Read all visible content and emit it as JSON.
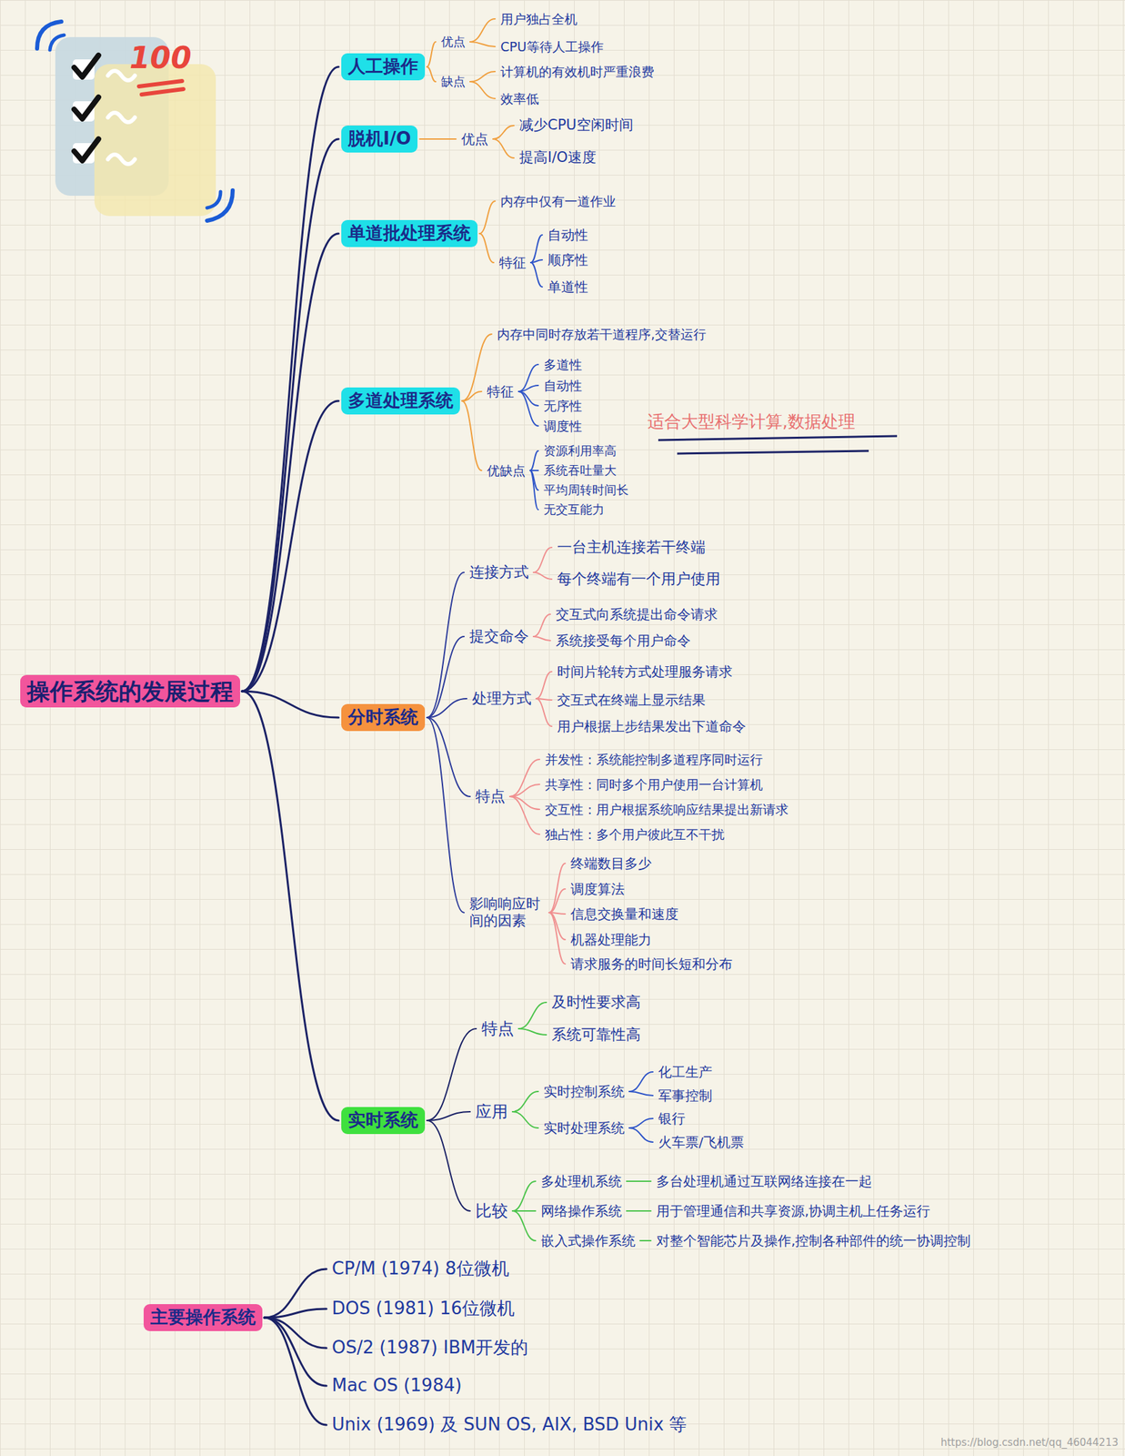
{
  "diagram": {
    "nodes": [
      {
        "text": [
          "操作系统的发展过程"
        ]
      },
      {
        "text": [
          "人工操作"
        ]
      },
      {
        "text": [
          "优点"
        ]
      },
      {
        "text": [
          "用户独占全机"
        ]
      },
      {
        "text": [
          "CPU等待人工操作"
        ]
      },
      {
        "text": [
          "缺点"
        ]
      },
      {
        "text": [
          "计算机的有效机时严重浪费"
        ]
      },
      {
        "text": [
          "效率低"
        ]
      },
      {
        "text": [
          "脱机I/O"
        ]
      },
      {
        "text": [
          "优点"
        ]
      },
      {
        "text": [
          "减少CPU空闲时间"
        ]
      },
      {
        "text": [
          "提高I/O速度"
        ]
      },
      {
        "text": [
          "单道批处理系统"
        ]
      },
      {
        "text": [
          "内存中仅有一道作业"
        ]
      },
      {
        "text": [
          "特征"
        ]
      },
      {
        "text": [
          "自动性"
        ]
      },
      {
        "text": [
          "顺序性"
        ]
      },
      {
        "text": [
          "单道性"
        ]
      },
      {
        "text": [
          "多道处理系统"
        ]
      },
      {
        "text": [
          "内存中同时存放若干道程序,交替运行"
        ]
      },
      {
        "text": [
          "特征"
        ]
      },
      {
        "text": [
          "多道性"
        ]
      },
      {
        "text": [
          "自动性"
        ]
      },
      {
        "text": [
          "无序性"
        ]
      },
      {
        "text": [
          "调度性"
        ]
      },
      {
        "text": [
          "优缺点"
        ]
      },
      {
        "text": [
          "资源利用率高"
        ]
      },
      {
        "text": [
          "系统吞吐量大"
        ]
      },
      {
        "text": [
          "平均周转时间长"
        ]
      },
      {
        "text": [
          "无交互能力"
        ]
      },
      {
        "text": [
          "分时系统"
        ]
      },
      {
        "text": [
          "连接方式"
        ]
      },
      {
        "text": [
          "一台主机连接若干终端"
        ]
      },
      {
        "text": [
          "每个终端有一个用户使用"
        ]
      },
      {
        "text": [
          "提交命令"
        ]
      },
      {
        "text": [
          "交互式向系统提出命令请求"
        ]
      },
      {
        "text": [
          "系统接受每个用户命令"
        ]
      },
      {
        "text": [
          "处理方式"
        ]
      },
      {
        "text": [
          "时间片轮转方式处理服务请求"
        ]
      },
      {
        "text": [
          "交互式在终端上显示结果"
        ]
      },
      {
        "text": [
          "用户根据上步结果发出下道命令"
        ]
      },
      {
        "text": [
          "特点"
        ]
      },
      {
        "text": [
          "并发性：系统能控制多道程序同时运行"
        ]
      },
      {
        "text": [
          "共享性：同时多个用户使用一台计算机"
        ]
      },
      {
        "text": [
          "交互性：用户根据系统响应结果提出新请求"
        ]
      },
      {
        "text": [
          "独占性：多个用户彼此互不干扰"
        ]
      },
      {
        "text": [
          "影响响应时间的因素"
        ]
      },
      {
        "text": [
          "终端数目多少"
        ]
      },
      {
        "text": [
          "调度算法"
        ]
      },
      {
        "text": [
          "信息交换量和速度"
        ]
      },
      {
        "text": [
          "机器处理能力"
        ]
      },
      {
        "text": [
          "请求服务的时间长短和分布"
        ]
      },
      {
        "text": [
          "实时系统"
        ]
      },
      {
        "text": [
          "特点"
        ]
      },
      {
        "text": [
          "及时性要求高"
        ]
      },
      {
        "text": [
          "系统可靠性高"
        ]
      },
      {
        "text": [
          "应用"
        ]
      },
      {
        "text": [
          "实时控制系统"
        ]
      },
      {
        "text": [
          "化工生产"
        ]
      },
      {
        "text": [
          "军事控制"
        ]
      },
      {
        "text": [
          "实时处理系统"
        ]
      },
      {
        "text": [
          "银行"
        ]
      },
      {
        "text": [
          "火车票/飞机票"
        ]
      },
      {
        "text": [
          "比较"
        ]
      },
      {
        "text": [
          "多处理机系统"
        ]
      },
      {
        "text": [
          "多台处理机通过互联网络连接在一起"
        ]
      },
      {
        "text": [
          "网络操作系统"
        ]
      },
      {
        "text": [
          "用于管理通信和共享资源,协调主机上任务运行"
        ]
      },
      {
        "text": [
          "嵌入式操作系统"
        ]
      },
      {
        "text": [
          "对整个智能芯片及操作,控制各种部件的统一协调控制"
        ]
      },
      {
        "text": [
          "主要操作系统"
        ]
      },
      {
        "text": [
          "CP/M (1974) 8位微机"
        ]
      },
      {
        "text": [
          "DOS (1981) 16位微机"
        ]
      },
      {
        "text": [
          "OS/2 (1987) IBM开发的"
        ]
      },
      {
        "text": [
          "Mac OS (1984)"
        ]
      },
      {
        "text": [
          "Unix (1969) 及 SUN OS, AIX, BSD Unix 等"
        ]
      }
    ],
    "edges": [
      {
        "from": 0,
        "to": 1,
        "arrow": "none"
      },
      {
        "from": 0,
        "to": 8,
        "arrow": "none"
      },
      {
        "from": 0,
        "to": 12,
        "arrow": "none"
      },
      {
        "from": 0,
        "to": 18,
        "arrow": "none"
      },
      {
        "from": 0,
        "to": 30,
        "arrow": "none"
      },
      {
        "from": 0,
        "to": 52,
        "arrow": "none"
      },
      {
        "from": 1,
        "to": 2,
        "arrow": "none"
      },
      {
        "from": 1,
        "to": 5,
        "arrow": "none"
      },
      {
        "from": 2,
        "to": 3,
        "arrow": "none"
      },
      {
        "from": 2,
        "to": 4,
        "arrow": "none"
      },
      {
        "from": 5,
        "to": 6,
        "arrow": "none"
      },
      {
        "from": 5,
        "to": 7,
        "arrow": "none"
      },
      {
        "from": 8,
        "to": 9,
        "arrow": "none"
      },
      {
        "from": 9,
        "to": 10,
        "arrow": "none"
      },
      {
        "from": 9,
        "to": 11,
        "arrow": "none"
      },
      {
        "from": 12,
        "to": 13,
        "arrow": "none"
      },
      {
        "from": 12,
        "to": 14,
        "arrow": "none"
      },
      {
        "from": 14,
        "to": 15,
        "arrow": "none"
      },
      {
        "from": 14,
        "to": 16,
        "arrow": "none"
      },
      {
        "from": 14,
        "to": 17,
        "arrow": "none"
      },
      {
        "from": 18,
        "to": 19,
        "arrow": "none"
      },
      {
        "from": 18,
        "to": 20,
        "arrow": "none"
      },
      {
        "from": 18,
        "to": 25,
        "arrow": "none"
      },
      {
        "from": 20,
        "to": 21,
        "arrow": "none"
      },
      {
        "from": 20,
        "to": 22,
        "arrow": "none"
      },
      {
        "from": 20,
        "to": 23,
        "arrow": "none"
      },
      {
        "from": 20,
        "to": 24,
        "arrow": "none"
      },
      {
        "from": 25,
        "to": 26,
        "arrow": "none"
      },
      {
        "from": 25,
        "to": 27,
        "arrow": "none"
      },
      {
        "from": 25,
        "to": 28,
        "arrow": "none"
      },
      {
        "from": 25,
        "to": 29,
        "arrow": "none"
      },
      {
        "from": 30,
        "to": 31,
        "arrow": "none"
      },
      {
        "from": 30,
        "to": 34,
        "arrow": "none"
      },
      {
        "from": 30,
        "to": 37,
        "arrow": "none"
      },
      {
        "from": 30,
        "to": 41,
        "arrow": "none"
      },
      {
        "from": 30,
        "to": 46,
        "arrow": "none"
      },
      {
        "from": 31,
        "to": 32,
        "arrow": "none"
      },
      {
        "from": 31,
        "to": 33,
        "arrow": "none"
      },
      {
        "from": 34,
        "to": 35,
        "arrow": "none"
      },
      {
        "from": 34,
        "to": 36,
        "arrow": "none"
      },
      {
        "from": 37,
        "to": 38,
        "arrow": "none"
      },
      {
        "from": 37,
        "to": 39,
        "arrow": "none"
      },
      {
        "from": 37,
        "to": 40,
        "arrow": "none"
      },
      {
        "from": 41,
        "to": 42,
        "arrow": "none"
      },
      {
        "from": 41,
        "to": 43,
        "arrow": "none"
      },
      {
        "from": 41,
        "to": 44,
        "arrow": "none"
      },
      {
        "from": 41,
        "to": 45,
        "arrow": "none"
      },
      {
        "from": 46,
        "to": 47,
        "arrow": "none"
      },
      {
        "from": 46,
        "to": 48,
        "arrow": "none"
      },
      {
        "from": 46,
        "to": 49,
        "arrow": "none"
      },
      {
        "from": 46,
        "to": 50,
        "arrow": "none"
      },
      {
        "from": 46,
        "to": 51,
        "arrow": "none"
      },
      {
        "from": 52,
        "to": 53,
        "arrow": "none"
      },
      {
        "from": 52,
        "to": 56,
        "arrow": "none"
      },
      {
        "from": 52,
        "to": 63,
        "arrow": "none"
      },
      {
        "from": 53,
        "to": 54,
        "arrow": "none"
      },
      {
        "from": 53,
        "to": 55,
        "arrow": "none"
      },
      {
        "from": 56,
        "to": 57,
        "arrow": "none"
      },
      {
        "from": 56,
        "to": 60,
        "arrow": "none"
      },
      {
        "from": 57,
        "to": 58,
        "arrow": "none"
      },
      {
        "from": 57,
        "to": 59,
        "arrow": "none"
      },
      {
        "from": 60,
        "to": 61,
        "arrow": "none"
      },
      {
        "from": 60,
        "to": 62,
        "arrow": "none"
      },
      {
        "from": 63,
        "to": 64,
        "arrow": "none"
      },
      {
        "from": 63,
        "to": 66,
        "arrow": "none"
      },
      {
        "from": 63,
        "to": 68,
        "arrow": "none"
      },
      {
        "from": 64,
        "to": 65,
        "arrow": "none"
      },
      {
        "from": 66,
        "to": 67,
        "arrow": "none"
      },
      {
        "from": 68,
        "to": 69,
        "arrow": "none"
      },
      {
        "from": 70,
        "to": 71,
        "arrow": "none"
      },
      {
        "from": 70,
        "to": 72,
        "arrow": "none"
      },
      {
        "from": 70,
        "to": 73,
        "arrow": "none"
      },
      {
        "from": 70,
        "to": 74,
        "arrow": "none"
      },
      {
        "from": 70,
        "to": 75,
        "arrow": "none"
      }
    ],
    "labels": [
      "100",
      "适合大型科学计算,数据处理",
      "https://blog.csdn.net/qq_46044213"
    ]
  }
}
